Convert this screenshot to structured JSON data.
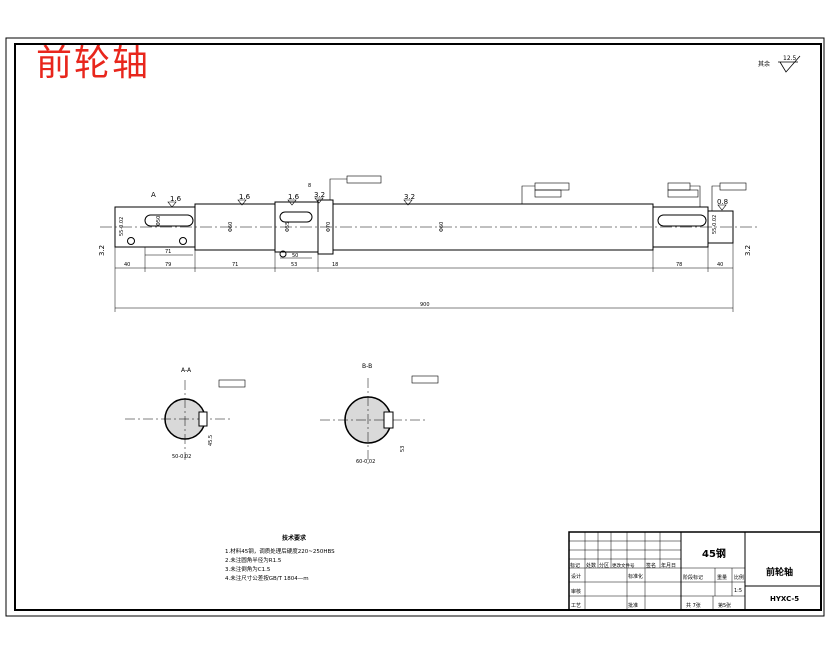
{
  "title_red": "前轮轴",
  "roughness_note": {
    "label": "其余",
    "value": "12.5"
  },
  "dims": {
    "d40a": "40",
    "d79": "79",
    "d71": "71",
    "d78": "78",
    "d53": "53",
    "d18": "18",
    "d71b": "71",
    "d50": "50",
    "d40b": "40",
    "d900": "900",
    "dia60a": "Φ60",
    "dia60b": "Φ60",
    "dia70": "Φ70",
    "dia55": "Φ55",
    "dia50": "Φ50",
    "tol_left": "55-0.02",
    "tol_right": "55-0.02",
    "tol_left2": "50-0.02",
    "small8": "8"
  },
  "roughness": {
    "r1": "1.6",
    "r2": "1.6",
    "r3": "1.6",
    "r4": "3.2",
    "r5": "3.2",
    "r6": "0.8",
    "r7": "3.2",
    "r8": "3.2"
  },
  "section_a": {
    "label": "A-A",
    "dim_w": "50-0.02",
    "dim_h": "45.5"
  },
  "section_b": {
    "label": "B-B",
    "dim_w": "60-0.02",
    "dim_h": "53"
  },
  "marker_a": "A",
  "tech_req": {
    "title": "技术要求",
    "items": [
      "1.材料45钢，调质处理后硬度220~250HBS",
      "2.未注圆角半径为R1.5",
      "3.未注倒角为C1.5",
      "4.未注尺寸公差按GB/T 1804—m"
    ]
  },
  "title_block": {
    "material": "45钢",
    "part_name": "前轮轴",
    "drawing_no": "HYXC-5",
    "scale": "1:5",
    "sheets_total": "共 7张",
    "sheet_no": "第5张",
    "h_mark": "标记",
    "h_count": "处数",
    "h_zone": "分区",
    "h_docno": "更改文件号",
    "h_sign": "签名",
    "h_date": "年月日",
    "r_design": "设计",
    "r_std": "标准化",
    "r_stage": "阶段标记",
    "r_weight": "重量",
    "r_scale": "比例",
    "r_review": "审核",
    "r_process": "工艺",
    "r_approve": "批准"
  }
}
